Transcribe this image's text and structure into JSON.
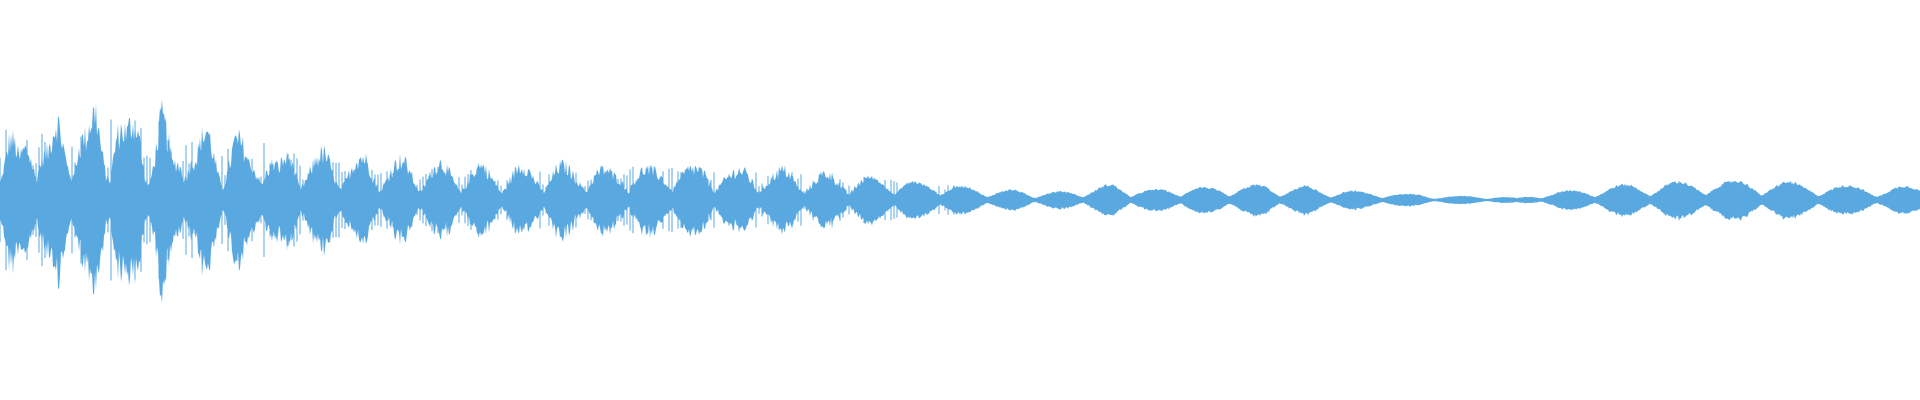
{
  "waveform": {
    "color": "#5AA8E0",
    "background": "#FFFFFF",
    "envelope": [
      [
        0.0,
        0.32
      ],
      [
        0.005,
        0.38
      ],
      [
        0.01,
        0.2
      ],
      [
        0.015,
        0.35
      ],
      [
        0.02,
        0.42
      ],
      [
        0.025,
        0.26
      ],
      [
        0.03,
        0.4
      ],
      [
        0.035,
        0.3
      ],
      [
        0.04,
        0.45
      ],
      [
        0.045,
        0.33
      ],
      [
        0.05,
        0.46
      ],
      [
        0.055,
        0.28
      ],
      [
        0.06,
        0.5
      ],
      [
        0.066,
        0.32
      ],
      [
        0.072,
        0.48
      ],
      [
        0.078,
        0.22
      ],
      [
        0.084,
        0.44
      ],
      [
        0.09,
        0.2
      ],
      [
        0.096,
        0.4
      ],
      [
        0.102,
        0.24
      ],
      [
        0.108,
        0.36
      ],
      [
        0.115,
        0.22
      ],
      [
        0.122,
        0.34
      ],
      [
        0.13,
        0.2
      ],
      [
        0.137,
        0.3
      ],
      [
        0.145,
        0.16
      ],
      [
        0.152,
        0.26
      ],
      [
        0.16,
        0.18
      ],
      [
        0.17,
        0.24
      ],
      [
        0.18,
        0.17
      ],
      [
        0.19,
        0.22
      ],
      [
        0.2,
        0.16
      ],
      [
        0.21,
        0.2
      ],
      [
        0.22,
        0.15
      ],
      [
        0.23,
        0.18
      ],
      [
        0.24,
        0.14
      ],
      [
        0.25,
        0.17
      ],
      [
        0.26,
        0.13
      ],
      [
        0.27,
        0.17
      ],
      [
        0.28,
        0.14
      ],
      [
        0.29,
        0.18
      ],
      [
        0.3,
        0.14
      ],
      [
        0.31,
        0.17
      ],
      [
        0.32,
        0.13
      ],
      [
        0.33,
        0.18
      ],
      [
        0.34,
        0.14
      ],
      [
        0.35,
        0.17
      ],
      [
        0.36,
        0.15
      ],
      [
        0.37,
        0.17
      ],
      [
        0.38,
        0.13
      ],
      [
        0.39,
        0.16
      ],
      [
        0.4,
        0.13
      ],
      [
        0.41,
        0.15
      ],
      [
        0.42,
        0.12
      ],
      [
        0.43,
        0.13
      ],
      [
        0.44,
        0.11
      ],
      [
        0.45,
        0.12
      ],
      [
        0.46,
        0.1
      ],
      [
        0.47,
        0.11
      ],
      [
        0.48,
        0.08
      ],
      [
        0.49,
        0.09
      ],
      [
        0.5,
        0.07
      ],
      [
        0.51,
        0.06
      ],
      [
        0.52,
        0.05
      ],
      [
        0.53,
        0.05
      ],
      [
        0.54,
        0.04
      ],
      [
        0.55,
        0.04
      ],
      [
        0.56,
        0.05
      ],
      [
        0.57,
        0.06
      ],
      [
        0.58,
        0.08
      ],
      [
        0.59,
        0.06
      ],
      [
        0.6,
        0.05
      ],
      [
        0.61,
        0.06
      ],
      [
        0.62,
        0.07
      ],
      [
        0.63,
        0.06
      ],
      [
        0.64,
        0.07
      ],
      [
        0.65,
        0.07
      ],
      [
        0.66,
        0.08
      ],
      [
        0.67,
        0.06
      ],
      [
        0.68,
        0.07
      ],
      [
        0.69,
        0.05
      ],
      [
        0.7,
        0.05
      ],
      [
        0.71,
        0.04
      ],
      [
        0.72,
        0.04
      ],
      [
        0.73,
        0.03
      ],
      [
        0.74,
        0.03
      ],
      [
        0.75,
        0.02
      ],
      [
        0.76,
        0.02
      ],
      [
        0.77,
        0.02
      ],
      [
        0.78,
        0.02
      ],
      [
        0.79,
        0.01
      ],
      [
        0.8,
        0.03
      ],
      [
        0.81,
        0.04
      ],
      [
        0.82,
        0.05
      ],
      [
        0.83,
        0.06
      ],
      [
        0.84,
        0.07
      ],
      [
        0.85,
        0.08
      ],
      [
        0.86,
        0.08
      ],
      [
        0.87,
        0.09
      ],
      [
        0.88,
        0.09
      ],
      [
        0.89,
        0.1
      ],
      [
        0.9,
        0.09
      ],
      [
        0.91,
        0.1
      ],
      [
        0.92,
        0.09
      ],
      [
        0.93,
        0.09
      ],
      [
        0.94,
        0.08
      ],
      [
        0.95,
        0.08
      ],
      [
        0.96,
        0.07
      ],
      [
        0.97,
        0.07
      ],
      [
        0.98,
        0.06
      ],
      [
        0.99,
        0.07
      ],
      [
        1.0,
        0.06
      ]
    ]
  }
}
